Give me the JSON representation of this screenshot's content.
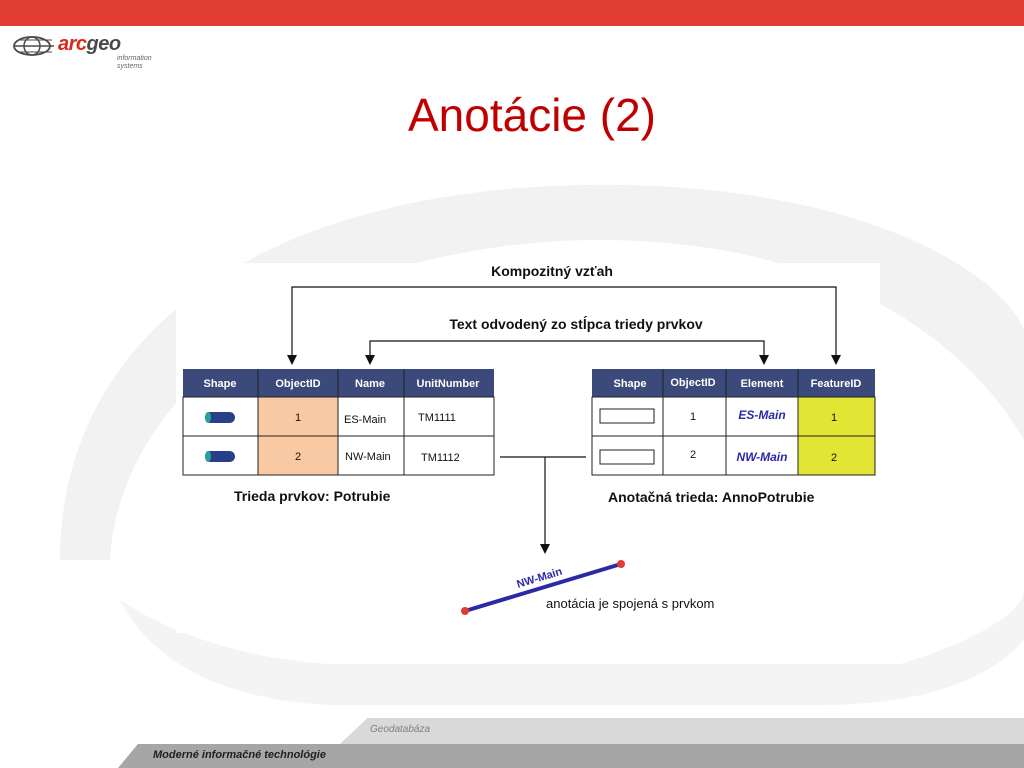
{
  "header": {
    "logo_arc": "arc",
    "logo_geo": "geo",
    "logo_subline1": "information",
    "logo_subline2": "systems",
    "accent_color": "#e03c31"
  },
  "slide": {
    "title": "Anotácie (2)",
    "title_color": "#c00000"
  },
  "diagram": {
    "composite_label": "Kompozitný vzťah",
    "derived_label": "Text odvodený zo stĺpca triedy prvkov",
    "left_table": {
      "caption": "Trieda prvkov: Potrubie",
      "headers": [
        "Shape",
        "ObjectID",
        "Name",
        "UnitNumber"
      ],
      "rows": [
        {
          "shape": "pipe-shape-icon",
          "objectid": "1",
          "name": "ES-Main",
          "unit": "TM1111"
        },
        {
          "shape": "pipe-shape-icon",
          "objectid": "2",
          "name": "NW-Main",
          "unit": "TM1112"
        }
      ],
      "header_color": "#3b4a7a",
      "highlight_color": "#f9c9a4"
    },
    "right_table": {
      "caption": "Anotačná trieda: AnnoPotrubie",
      "headers": [
        "Shape",
        "ObjectID",
        "Element",
        "FeatureID"
      ],
      "rows": [
        {
          "shape": "text-box-icon",
          "objectid": "1",
          "element": "ES-Main",
          "featureid": "1"
        },
        {
          "shape": "text-box-icon",
          "objectid": "2",
          "element": "NW-Main",
          "featureid": "2"
        }
      ],
      "highlight_color": "#e2e533"
    },
    "feature_label": "NW-Main",
    "feature_caption": "anotácia je spojená s prvkom",
    "line_color": "#2a2aa8"
  },
  "footer": {
    "section": "Geodatabáza",
    "course": "Moderné informačné technológie"
  }
}
